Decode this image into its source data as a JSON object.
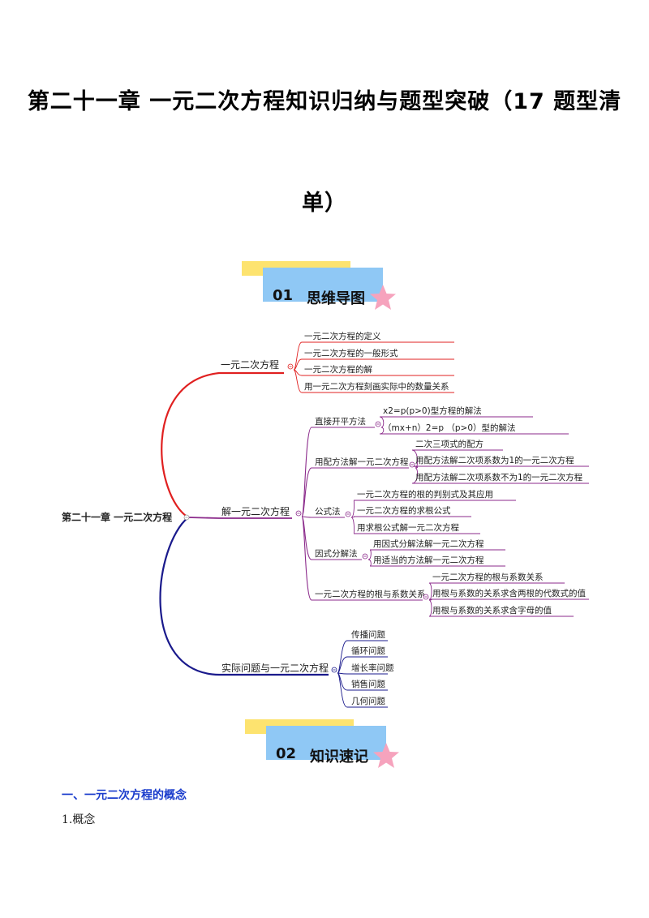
{
  "document": {
    "title_line1": "第二十一章 一元二次方程知识归纳与题型突破（17 题型清",
    "title_line2": "单）"
  },
  "banners": [
    {
      "number": "01",
      "label": "思维导图"
    },
    {
      "number": "02",
      "label": "知识速记"
    }
  ],
  "mindmap": {
    "root": "第二十一章 一元二次方程",
    "branches": [
      {
        "label": "一元二次方程",
        "color": "#e02020",
        "items": [
          "一元二次方程的定义",
          "一元二次方程的一般形式",
          "一元二次方程的解",
          "用一元二次方程刻画实际中的数量关系"
        ]
      },
      {
        "label": "解一元二次方程",
        "color": "#8b2a8b",
        "groups": [
          {
            "label": "直接开平方法",
            "items": [
              "x2=p(p>0)型方程的解法",
              "（mx+n）2=p （p>0）型的解法"
            ]
          },
          {
            "label": "用配方法解一元二次方程",
            "items": [
              "二次三项式的配方",
              "用配方法解二次项系数为1的一元二次方程",
              "用配方法解二次项系数不为1的一元二次方程"
            ]
          },
          {
            "label": "公式法",
            "items": [
              "一元二次方程的根的判别式及其应用",
              "一元二次方程的求根公式",
              "用求根公式解一元二次方程"
            ]
          },
          {
            "label": "因式分解法",
            "items": [
              "用因式分解法解一元二次方程",
              "用适当的方法解一元二次方程"
            ]
          },
          {
            "label": "一元二次方程的根与系数关系",
            "items": [
              "一元二次方程的根与系数关系",
              "用根与系数的关系求含两根的代数式的值",
              "用根与系数的关系求含字母的值"
            ]
          }
        ]
      },
      {
        "label": "实际问题与一元二次方程",
        "color": "#1a1a8c",
        "items": [
          "传播问题",
          "循环问题",
          "增长率问题",
          "销售问题",
          "几何问题"
        ]
      }
    ]
  },
  "section": {
    "heading": "一、一元二次方程的概念",
    "subheading": "1.概念"
  }
}
